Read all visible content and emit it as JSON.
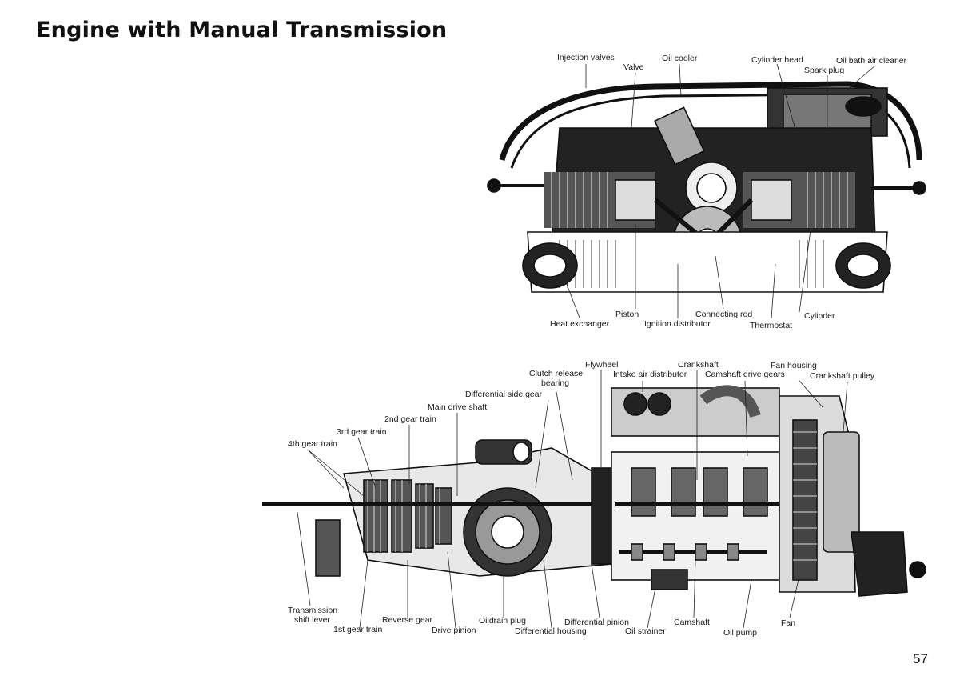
{
  "page": {
    "title": "Engine with Manual Transmission",
    "page_number": "57"
  },
  "top_labels": {
    "injection_valves": "Injection valves",
    "valve": "Valve",
    "oil_cooler": "Oil cooler",
    "cylinder_head": "Cylinder head",
    "oil_bath_air_cleaner": "Oil bath air cleaner",
    "spark_plug": "Spark plug",
    "piston": "Piston",
    "connecting_rod": "Connecting rod",
    "cylinder": "Cylinder",
    "heat_exchanger": "Heat exchanger",
    "ignition_distributor": "Ignition distributor",
    "thermostat": "Thermostat"
  },
  "bottom_labels": {
    "flywheel": "Flywheel",
    "crankshaft": "Crankshaft",
    "fan_housing": "Fan housing",
    "clutch_release_bearing_1": "Clutch release",
    "clutch_release_bearing_2": "bearing",
    "intake_air_distributor": "Intake air distributor",
    "camshaft_drive_gears": "Camshaft drive gears",
    "crankshaft_pulley": "Crankshaft pulley",
    "differential_side_gear": "Differential side gear",
    "main_drive_shaft": "Main drive shaft",
    "second_gear_train": "2nd gear train",
    "third_gear_train": "3rd gear train",
    "fourth_gear_train": "4th gear train",
    "transmission_shift_lever_1": "Transmission",
    "transmission_shift_lever_2": "shift lever",
    "first_gear_train": "1st gear train",
    "reverse_gear": "Reverse gear",
    "drive_pinion": "Drive pinion",
    "oil_drain_plug": "Oildrain plug",
    "differential_housing": "Differential housing",
    "differential_pinion": "Differential pinion",
    "oil_strainer": "Oil strainer",
    "camshaft": "Camshaft",
    "oil_pump": "Oil pump",
    "fan": "Fan"
  }
}
